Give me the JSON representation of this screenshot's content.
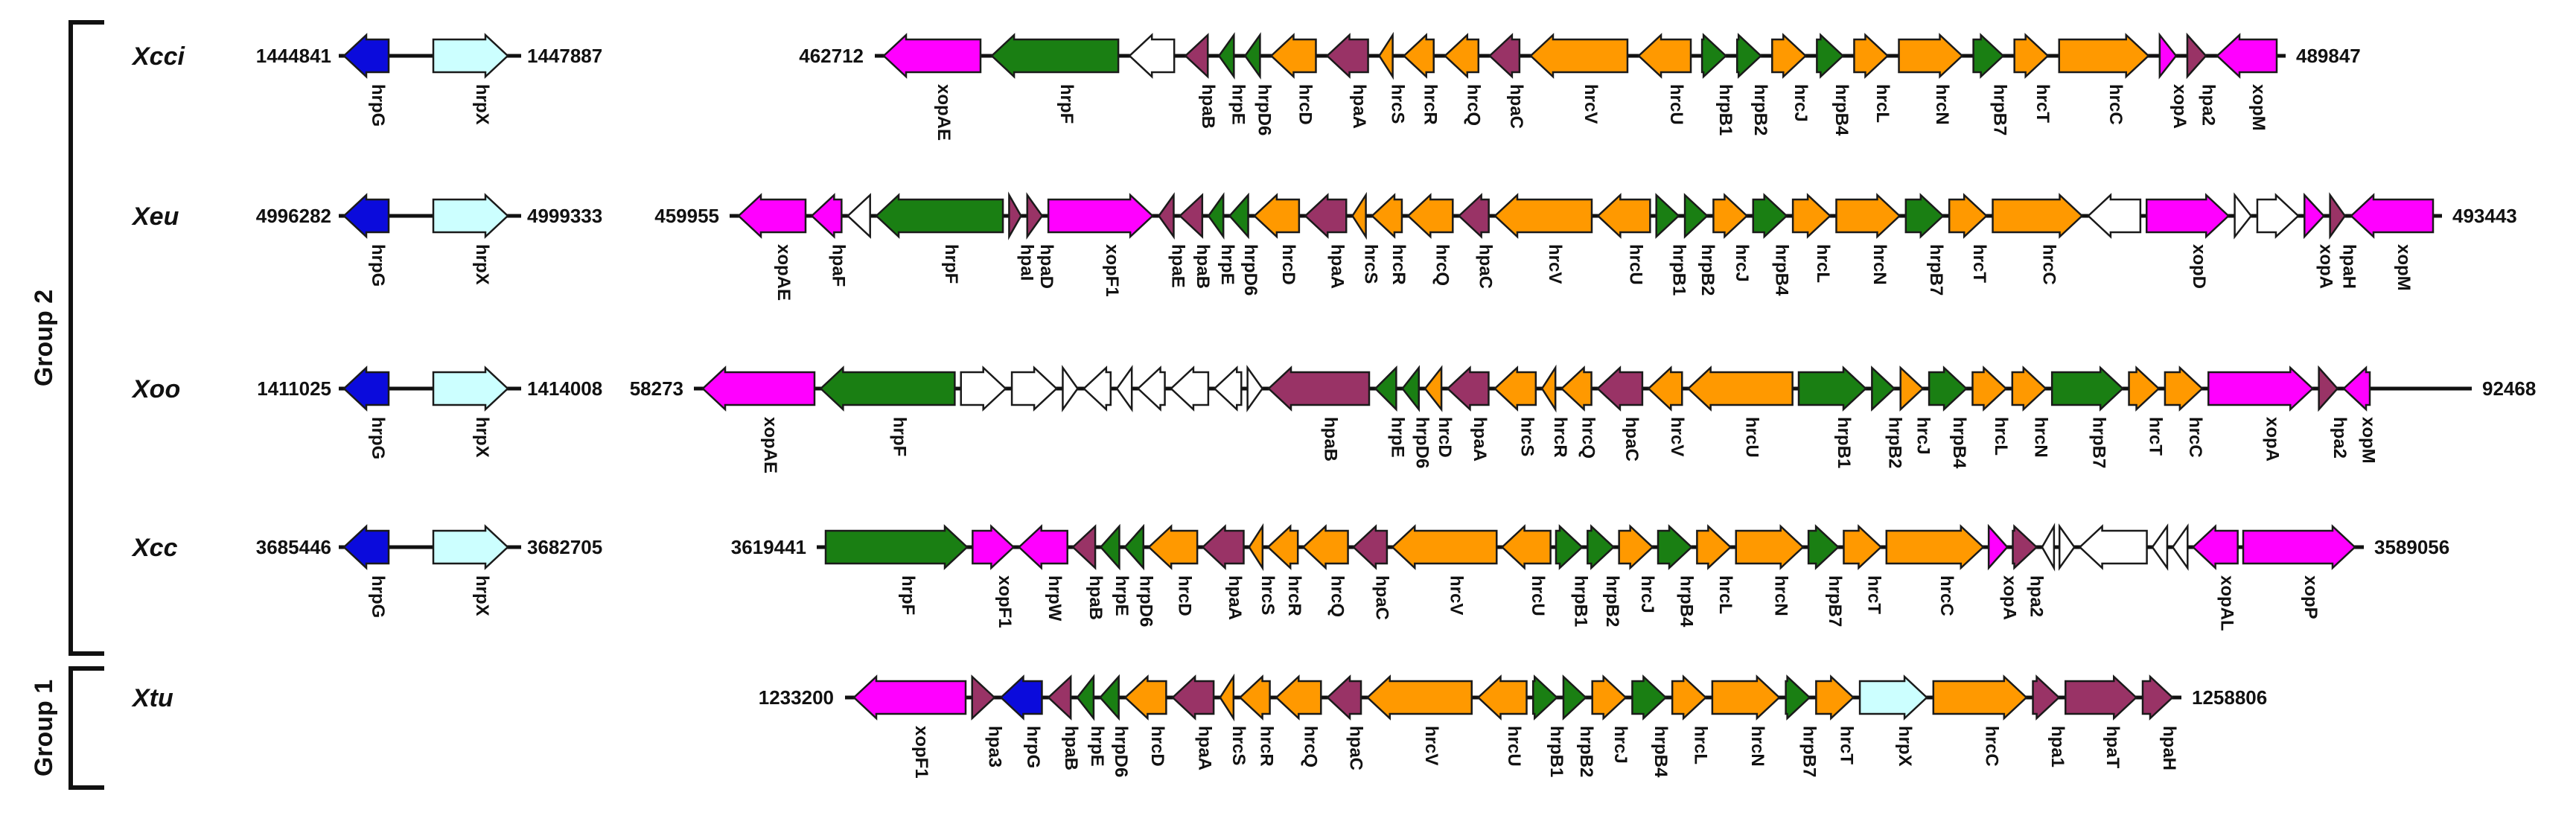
{
  "colors": {
    "effector": "#ff00ff",
    "regulator": "#1a7f13",
    "hrp_hrc": "#ff9900",
    "hpa": "#993366",
    "hrpG": "#0b0bdc",
    "hrpX": "#ccffff",
    "unknown": "#ffffff"
  },
  "groups": [
    {
      "label": "Group 2",
      "rows": [
        "Xcci",
        "Xeu",
        "Xoo",
        "Xcc"
      ]
    },
    {
      "label": "Group 1",
      "rows": [
        "Xtu"
      ]
    }
  ],
  "rows": [
    {
      "id": "Xcci",
      "name": "Xcci",
      "left_cluster": {
        "start": "1444841",
        "end": "1447887",
        "genes": [
          {
            "name": "hrpG",
            "dir": "L",
            "type": "hrpG"
          },
          {
            "name": "hrpX",
            "dir": "R",
            "type": "hrpX"
          }
        ]
      },
      "main_cluster": {
        "start": "462712",
        "end": "489847",
        "genes": [
          {
            "name": "xopAE",
            "dir": "L",
            "type": "effector"
          },
          {
            "name": "hrpF",
            "dir": "L",
            "type": "regulator"
          },
          {
            "name": "",
            "dir": "L",
            "type": "unknown"
          },
          {
            "name": "hpaB",
            "dir": "L",
            "type": "hpa"
          },
          {
            "name": "hrpE",
            "dir": "L",
            "type": "regulator"
          },
          {
            "name": "hrpD6",
            "dir": "L",
            "type": "regulator"
          },
          {
            "name": "hrcD",
            "dir": "L",
            "type": "hrp_hrc"
          },
          {
            "name": "hpaA",
            "dir": "L",
            "type": "hpa"
          },
          {
            "name": "hrcS",
            "dir": "L",
            "type": "hrp_hrc"
          },
          {
            "name": "hrcR",
            "dir": "L",
            "type": "hrp_hrc"
          },
          {
            "name": "hrcQ",
            "dir": "L",
            "type": "hrp_hrc"
          },
          {
            "name": "hpaC",
            "dir": "L",
            "type": "hpa"
          },
          {
            "name": "hrcV",
            "dir": "L",
            "type": "hrp_hrc"
          },
          {
            "name": "hrcU",
            "dir": "L",
            "type": "hrp_hrc"
          },
          {
            "name": "hrpB1",
            "dir": "R",
            "type": "regulator"
          },
          {
            "name": "hrpB2",
            "dir": "R",
            "type": "regulator"
          },
          {
            "name": "hrcJ",
            "dir": "R",
            "type": "hrp_hrc"
          },
          {
            "name": "hrpB4",
            "dir": "R",
            "type": "regulator"
          },
          {
            "name": "hrcL",
            "dir": "R",
            "type": "hrp_hrc"
          },
          {
            "name": "hrcN",
            "dir": "R",
            "type": "hrp_hrc"
          },
          {
            "name": "hrpB7",
            "dir": "R",
            "type": "regulator"
          },
          {
            "name": "hrcT",
            "dir": "R",
            "type": "hrp_hrc"
          },
          {
            "name": "hrcC",
            "dir": "R",
            "type": "hrp_hrc"
          },
          {
            "name": "xopA",
            "dir": "R",
            "type": "effector"
          },
          {
            "name": "hpa2",
            "dir": "R",
            "type": "hpa"
          },
          {
            "name": "xopM",
            "dir": "L",
            "type": "effector"
          }
        ]
      }
    },
    {
      "id": "Xeu",
      "name": "Xeu",
      "left_cluster": {
        "start": "4996282",
        "end": "4999333",
        "genes": [
          {
            "name": "hrpG",
            "dir": "L",
            "type": "hrpG"
          },
          {
            "name": "hrpX",
            "dir": "R",
            "type": "hrpX"
          }
        ]
      },
      "main_cluster": {
        "start": "459955",
        "end": "493443",
        "genes": [
          {
            "name": "xopAE",
            "dir": "L",
            "type": "effector"
          },
          {
            "name": "hpaF",
            "dir": "L",
            "type": "effector"
          },
          {
            "name": "",
            "dir": "L",
            "type": "unknown"
          },
          {
            "name": "hrpF",
            "dir": "L",
            "type": "regulator"
          },
          {
            "name": "hpaI",
            "dir": "R",
            "type": "hpa"
          },
          {
            "name": "hpaD",
            "dir": "R",
            "type": "hpa"
          },
          {
            "name": "xopF1",
            "dir": "R",
            "type": "effector"
          },
          {
            "name": "hpaE",
            "dir": "L",
            "type": "hpa"
          },
          {
            "name": "hpaB",
            "dir": "L",
            "type": "hpa"
          },
          {
            "name": "hrpE",
            "dir": "L",
            "type": "regulator"
          },
          {
            "name": "hrpD6",
            "dir": "L",
            "type": "regulator"
          },
          {
            "name": "hrcD",
            "dir": "L",
            "type": "hrp_hrc"
          },
          {
            "name": "hpaA",
            "dir": "L",
            "type": "hpa"
          },
          {
            "name": "hrcS",
            "dir": "L",
            "type": "hrp_hrc"
          },
          {
            "name": "hrcR",
            "dir": "L",
            "type": "hrp_hrc"
          },
          {
            "name": "hrcQ",
            "dir": "L",
            "type": "hrp_hrc"
          },
          {
            "name": "hpaC",
            "dir": "L",
            "type": "hpa"
          },
          {
            "name": "hrcV",
            "dir": "L",
            "type": "hrp_hrc"
          },
          {
            "name": "hrcU",
            "dir": "L",
            "type": "hrp_hrc"
          },
          {
            "name": "hrpB1",
            "dir": "R",
            "type": "regulator"
          },
          {
            "name": "hrpB2",
            "dir": "R",
            "type": "regulator"
          },
          {
            "name": "hrcJ",
            "dir": "R",
            "type": "hrp_hrc"
          },
          {
            "name": "hrpB4",
            "dir": "R",
            "type": "regulator"
          },
          {
            "name": "hrcL",
            "dir": "R",
            "type": "hrp_hrc"
          },
          {
            "name": "hrcN",
            "dir": "R",
            "type": "hrp_hrc"
          },
          {
            "name": "hrpB7",
            "dir": "R",
            "type": "regulator"
          },
          {
            "name": "hrcT",
            "dir": "R",
            "type": "hrp_hrc"
          },
          {
            "name": "hrcC",
            "dir": "R",
            "type": "hrp_hrc"
          },
          {
            "name": "",
            "dir": "L",
            "type": "unknown"
          },
          {
            "name": "xopD",
            "dir": "R",
            "type": "effector"
          },
          {
            "name": "",
            "dir": "R",
            "type": "unknown"
          },
          {
            "name": "",
            "dir": "R",
            "type": "unknown"
          },
          {
            "name": "xopA",
            "dir": "R",
            "type": "effector"
          },
          {
            "name": "hpaH",
            "dir": "R",
            "type": "hpa"
          },
          {
            "name": "xopM",
            "dir": "L",
            "type": "effector"
          }
        ]
      }
    },
    {
      "id": "Xoo",
      "name": "Xoo",
      "left_cluster": {
        "start": "1411025",
        "end": "1414008",
        "genes": [
          {
            "name": "hrpG",
            "dir": "L",
            "type": "hrpG"
          },
          {
            "name": "hrpX",
            "dir": "R",
            "type": "hrpX"
          }
        ]
      },
      "main_cluster": {
        "start": "58273",
        "end": "92468",
        "genes": [
          {
            "name": "xopAE",
            "dir": "L",
            "type": "effector"
          },
          {
            "name": "hrpF",
            "dir": "L",
            "type": "regulator"
          },
          {
            "name": "",
            "dir": "R",
            "type": "unknown"
          },
          {
            "name": "",
            "dir": "R",
            "type": "unknown"
          },
          {
            "name": "",
            "dir": "R",
            "type": "unknown"
          },
          {
            "name": "",
            "dir": "L",
            "type": "unknown"
          },
          {
            "name": "",
            "dir": "L",
            "type": "unknown"
          },
          {
            "name": "",
            "dir": "L",
            "type": "unknown"
          },
          {
            "name": "",
            "dir": "L",
            "type": "unknown"
          },
          {
            "name": "",
            "dir": "L",
            "type": "unknown"
          },
          {
            "name": "",
            "dir": "R",
            "type": "unknown"
          },
          {
            "name": "hpaB",
            "dir": "L",
            "type": "hpa"
          },
          {
            "name": "hrpE",
            "dir": "L",
            "type": "regulator"
          },
          {
            "name": "hrpD6",
            "dir": "L",
            "type": "regulator"
          },
          {
            "name": "hrcD",
            "dir": "L",
            "type": "hrp_hrc"
          },
          {
            "name": "hpaA",
            "dir": "L",
            "type": "hpa"
          },
          {
            "name": "hrcS",
            "dir": "L",
            "type": "hrp_hrc"
          },
          {
            "name": "hrcR",
            "dir": "L",
            "type": "hrp_hrc"
          },
          {
            "name": "hrcQ",
            "dir": "L",
            "type": "hrp_hrc"
          },
          {
            "name": "hpaC",
            "dir": "L",
            "type": "hpa"
          },
          {
            "name": "hrcV",
            "dir": "L",
            "type": "hrp_hrc"
          },
          {
            "name": "hrcU",
            "dir": "L",
            "type": "hrp_hrc"
          },
          {
            "name": "hrpB1",
            "dir": "R",
            "type": "regulator"
          },
          {
            "name": "hrpB2",
            "dir": "R",
            "type": "regulator"
          },
          {
            "name": "hrcJ",
            "dir": "R",
            "type": "hrp_hrc"
          },
          {
            "name": "hrpB4",
            "dir": "R",
            "type": "regulator"
          },
          {
            "name": "hrcL",
            "dir": "R",
            "type": "hrp_hrc"
          },
          {
            "name": "hrcN",
            "dir": "R",
            "type": "hrp_hrc"
          },
          {
            "name": "hrpB7",
            "dir": "R",
            "type": "regulator"
          },
          {
            "name": "hrcT",
            "dir": "R",
            "type": "hrp_hrc"
          },
          {
            "name": "hrcC",
            "dir": "R",
            "type": "hrp_hrc"
          },
          {
            "name": "xopA",
            "dir": "R",
            "type": "effector"
          },
          {
            "name": "hpa2",
            "dir": "R",
            "type": "hpa"
          },
          {
            "name": "xopM",
            "dir": "L",
            "type": "effector"
          }
        ]
      }
    },
    {
      "id": "Xcc",
      "name": "Xcc",
      "left_cluster": {
        "start": "3685446",
        "end": "3682705",
        "genes": [
          {
            "name": "hrpG",
            "dir": "L",
            "type": "hrpG"
          },
          {
            "name": "hrpX",
            "dir": "R",
            "type": "hrpX"
          }
        ]
      },
      "main_cluster": {
        "start": "3619441",
        "end": "3589056",
        "genes": [
          {
            "name": "hrpF",
            "dir": "R",
            "type": "regulator"
          },
          {
            "name": "xopF1",
            "dir": "R",
            "type": "effector"
          },
          {
            "name": "hrpW",
            "dir": "L",
            "type": "effector"
          },
          {
            "name": "hpaB",
            "dir": "L",
            "type": "hpa"
          },
          {
            "name": "hrpE",
            "dir": "L",
            "type": "regulator"
          },
          {
            "name": "hrpD6",
            "dir": "L",
            "type": "regulator"
          },
          {
            "name": "hrcD",
            "dir": "L",
            "type": "hrp_hrc"
          },
          {
            "name": "hpaA",
            "dir": "L",
            "type": "hpa"
          },
          {
            "name": "hrcS",
            "dir": "L",
            "type": "hrp_hrc"
          },
          {
            "name": "hrcR",
            "dir": "L",
            "type": "hrp_hrc"
          },
          {
            "name": "hrcQ",
            "dir": "L",
            "type": "hrp_hrc"
          },
          {
            "name": "hpaC",
            "dir": "L",
            "type": "hpa"
          },
          {
            "name": "hrcV",
            "dir": "L",
            "type": "hrp_hrc"
          },
          {
            "name": "hrcU",
            "dir": "L",
            "type": "hrp_hrc"
          },
          {
            "name": "hrpB1",
            "dir": "R",
            "type": "regulator"
          },
          {
            "name": "hrpB2",
            "dir": "R",
            "type": "regulator"
          },
          {
            "name": "hrcJ",
            "dir": "R",
            "type": "hrp_hrc"
          },
          {
            "name": "hrpB4",
            "dir": "R",
            "type": "regulator"
          },
          {
            "name": "hrcL",
            "dir": "R",
            "type": "hrp_hrc"
          },
          {
            "name": "hrcN",
            "dir": "R",
            "type": "hrp_hrc"
          },
          {
            "name": "hrpB7",
            "dir": "R",
            "type": "regulator"
          },
          {
            "name": "hrcT",
            "dir": "R",
            "type": "hrp_hrc"
          },
          {
            "name": "hrcC",
            "dir": "R",
            "type": "hrp_hrc"
          },
          {
            "name": "xopA",
            "dir": "R",
            "type": "effector"
          },
          {
            "name": "hpa2",
            "dir": "R",
            "type": "hpa"
          },
          {
            "name": "",
            "dir": "L",
            "type": "unknown"
          },
          {
            "name": "",
            "dir": "R",
            "type": "unknown"
          },
          {
            "name": "",
            "dir": "L",
            "type": "unknown"
          },
          {
            "name": "",
            "dir": "L",
            "type": "unknown"
          },
          {
            "name": "",
            "dir": "L",
            "type": "unknown"
          },
          {
            "name": "xopAL",
            "dir": "L",
            "type": "effector"
          },
          {
            "name": "xopP",
            "dir": "R",
            "type": "effector"
          }
        ]
      }
    },
    {
      "id": "Xtu",
      "name": "Xtu",
      "left_cluster": null,
      "main_cluster": {
        "start": "1233200",
        "end": "1258806",
        "genes": [
          {
            "name": "xopF1",
            "dir": "L",
            "type": "effector"
          },
          {
            "name": "hpa3",
            "dir": "R",
            "type": "hpa"
          },
          {
            "name": "hrpG",
            "dir": "L",
            "type": "hrpG"
          },
          {
            "name": "hpaB",
            "dir": "L",
            "type": "hpa"
          },
          {
            "name": "hrpE",
            "dir": "L",
            "type": "regulator"
          },
          {
            "name": "hrpD6",
            "dir": "L",
            "type": "regulator"
          },
          {
            "name": "hrcD",
            "dir": "L",
            "type": "hrp_hrc"
          },
          {
            "name": "hpaA",
            "dir": "L",
            "type": "hpa"
          },
          {
            "name": "hrcS",
            "dir": "L",
            "type": "hrp_hrc"
          },
          {
            "name": "hrcR",
            "dir": "L",
            "type": "hrp_hrc"
          },
          {
            "name": "hrcQ",
            "dir": "L",
            "type": "hrp_hrc"
          },
          {
            "name": "hpaC",
            "dir": "L",
            "type": "hpa"
          },
          {
            "name": "hrcV",
            "dir": "L",
            "type": "hrp_hrc"
          },
          {
            "name": "hrcU",
            "dir": "L",
            "type": "hrp_hrc"
          },
          {
            "name": "hrpB1",
            "dir": "R",
            "type": "regulator"
          },
          {
            "name": "hrpB2",
            "dir": "R",
            "type": "regulator"
          },
          {
            "name": "hrcJ",
            "dir": "R",
            "type": "hrp_hrc"
          },
          {
            "name": "hrpB4",
            "dir": "R",
            "type": "regulator"
          },
          {
            "name": "hrcL",
            "dir": "R",
            "type": "hrp_hrc"
          },
          {
            "name": "hrcN",
            "dir": "R",
            "type": "hrp_hrc"
          },
          {
            "name": "hrpB7",
            "dir": "R",
            "type": "regulator"
          },
          {
            "name": "hrcT",
            "dir": "R",
            "type": "hrp_hrc"
          },
          {
            "name": "hrpX",
            "dir": "R",
            "type": "hrpX"
          },
          {
            "name": "hrcC",
            "dir": "R",
            "type": "hrp_hrc"
          },
          {
            "name": "hpa1",
            "dir": "R",
            "type": "hpa"
          },
          {
            "name": "hpaT",
            "dir": "R",
            "type": "hpa"
          },
          {
            "name": "hpaH",
            "dir": "R",
            "type": "hpa"
          }
        ]
      }
    }
  ]
}
